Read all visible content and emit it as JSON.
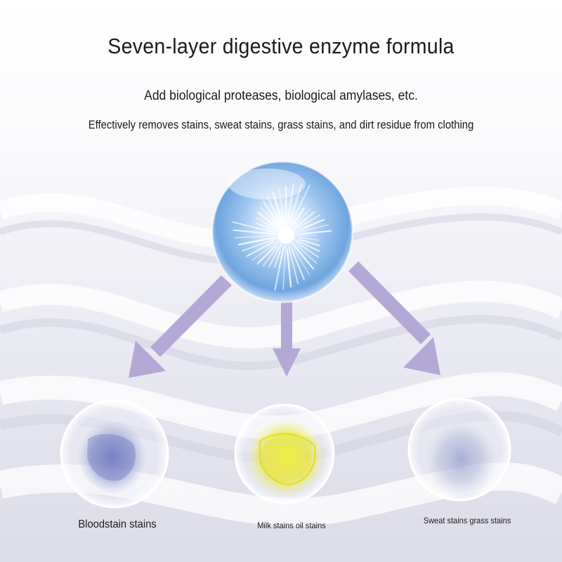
{
  "header": {
    "title": "Seven-layer digestive enzyme formula",
    "subtitle": "Add biological proteases, biological amylases, etc.",
    "description": "Effectively removes stains, sweat stains, grass stains, and dirt residue from clothing"
  },
  "stains": [
    {
      "label": "Bloodstain stains",
      "icon": "bloodstain-bubble-icon",
      "color": "#5a68b8"
    },
    {
      "label": "Milk stains oil stains",
      "icon": "milk-oil-stain-bubble-icon",
      "color": "#e6e21a"
    },
    {
      "label": "Sweat stains grass stains",
      "icon": "sweat-grass-stain-bubble-icon",
      "color": "#8a96c6"
    }
  ],
  "colors": {
    "arrow": "#b3a8d6",
    "enzyme_core": "#ffffff",
    "enzyme_blue": "#7fb1e6"
  }
}
